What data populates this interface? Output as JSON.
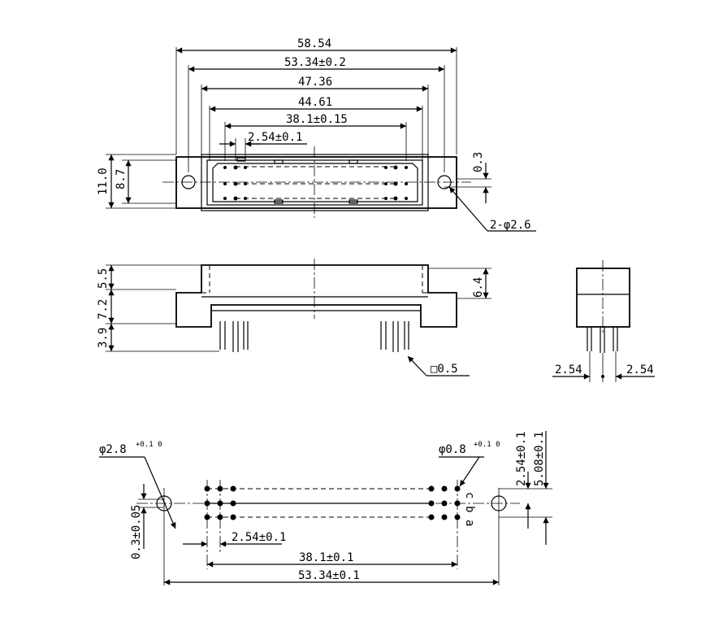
{
  "top_view": {
    "dim_overall": "58.54",
    "dim_mount_holes": "53.34±0.2",
    "dim_body": "47.36",
    "dim_inner": "44.61",
    "dim_pin_span": "38.1±0.15",
    "dim_pitch": "2.54±0.1",
    "dim_height_total": "11.0",
    "dim_height_inner": "8.7",
    "dim_offset": "0.3",
    "note_holes": "2-φ2.6"
  },
  "front_view": {
    "dim_top": "5.5",
    "dim_mid": "7.2",
    "dim_pin": "3.9",
    "dim_right": "6.4",
    "note_pin_square": "□0.5"
  },
  "side_view": {
    "dim_left": "2.54",
    "dim_right": "2.54"
  },
  "pcb_layout": {
    "note_mount_hole": "φ2.8",
    "note_mount_tol": "+0.1 0",
    "note_pin_hole": "φ0.8",
    "note_pin_tol": "+0.1 0",
    "dim_row_pitch": "2.54±0.1",
    "dim_row_span": "5.08±0.1",
    "dim_offset": "0.3±0.05",
    "dim_pitch": "2.54±0.1",
    "dim_pin_span": "38.1±0.1",
    "dim_mount_span": "53.34±0.1",
    "row_labels": [
      "c",
      "b",
      "a"
    ]
  }
}
